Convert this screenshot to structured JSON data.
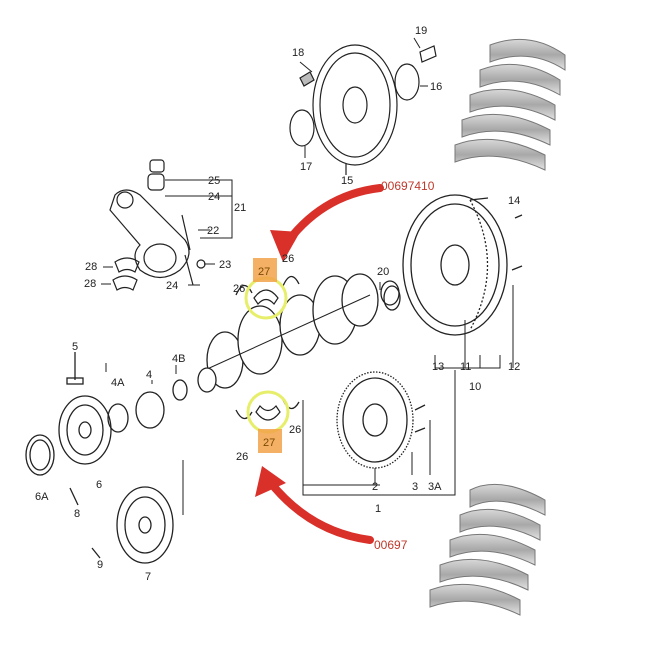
{
  "diagram": {
    "reference_codes": {
      "top": "00697410",
      "bottom": "00697"
    },
    "highlight_label": "27",
    "part_numbers": {
      "p1": "1",
      "p2": "2",
      "p3": "3",
      "p3a": "3A",
      "p4": "4",
      "p4a": "4A",
      "p4b": "4B",
      "p5": "5",
      "p6": "6",
      "p6a": "6A",
      "p7": "7",
      "p8": "8",
      "p9": "9",
      "p10": "10",
      "p11": "11",
      "p12": "12",
      "p13": "13",
      "p14": "14",
      "p15": "15",
      "p16": "16",
      "p17": "17",
      "p18": "18",
      "p19": "19",
      "p20": "20",
      "p21": "21",
      "p22": "22",
      "p23": "23",
      "p24": "24",
      "p25": "25",
      "p26": "26",
      "p28": "28"
    },
    "colors": {
      "arrow": "#d9302a",
      "highlight_box": "#f2a24a",
      "highlight_ring": "#e6ee6a",
      "line": "#222222",
      "bearing_metal": "#9a9a9a"
    }
  }
}
